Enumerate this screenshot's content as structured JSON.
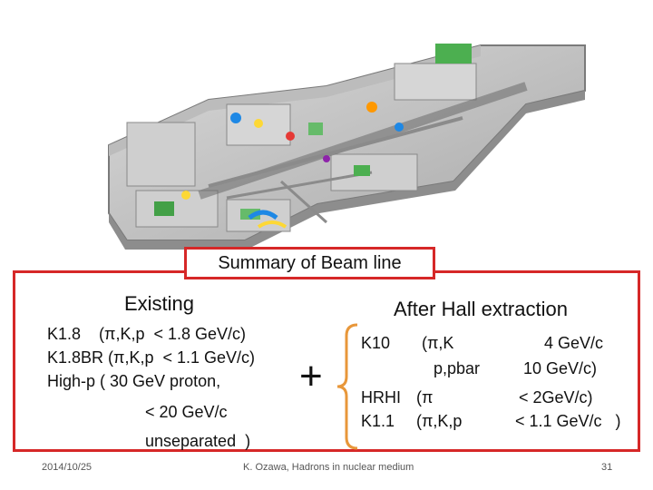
{
  "slide": {
    "summary_title": "Summary of Beam line",
    "existing": {
      "heading": "Existing",
      "lines": [
        "K1.8    (π,K,p  < 1.8 GeV/c)",
        "K1.8BR (π,K,p  < 1.1 GeV/c)",
        "High-p ( 30 GeV proton,",
        "< 20 GeV/c",
        "unseparated  )"
      ]
    },
    "plus_sign": "+",
    "after": {
      "heading": "After Hall extraction",
      "names": [
        "K10",
        "HRHI",
        "K1.1"
      ],
      "particles": [
        "(π,K",
        "p,pbar",
        "(π",
        "(π,K,p"
      ],
      "momenta": [
        "4 GeV/c",
        "10 GeV/c)",
        "< 2GeV/c)",
        "< 1.1 GeV/c   )"
      ]
    },
    "footer": {
      "date": "2014/10/25",
      "center": "K. Ozawa, Hadrons in nuclear medium",
      "page": "31"
    }
  },
  "colors": {
    "frame": "#d62828",
    "bracket": "#e8973a"
  }
}
